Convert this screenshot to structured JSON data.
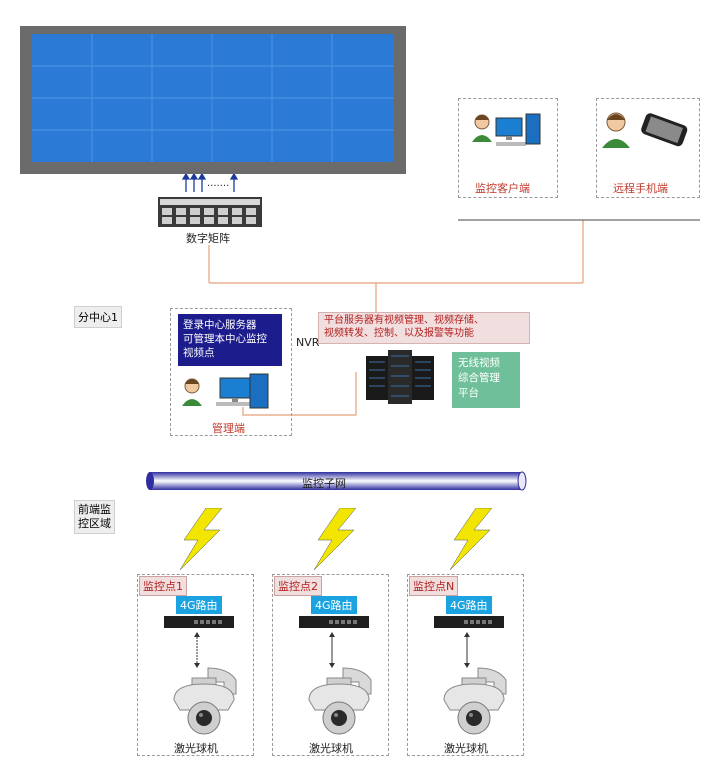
{
  "video_wall": {
    "matrix_label": "数字矩阵",
    "dots": "......."
  },
  "clients": {
    "monitor_client_label": "监控客户端",
    "remote_phone_label": "远程手机端"
  },
  "branch": {
    "label": "分中心1",
    "login_info": "登录中心服务器\n可管理本中心监控\n视频点",
    "admin_label": "管理端",
    "nvr_label": "NVR",
    "platform_desc": "平台服务器有视频管理、视频存储、\n视频转发、控制、以及报警等功能",
    "wireless_platform": "无线视频\n综合管理\n平台"
  },
  "network": {
    "label": "监控子网"
  },
  "frontend": {
    "label": "前端监\n控区域",
    "sites": [
      {
        "name": "监控点1",
        "router": "4G路由",
        "camera": "激光球机"
      },
      {
        "name": "监控点2",
        "router": "4G路由",
        "camera": "激光球机"
      },
      {
        "name": "监控点N",
        "router": "4G路由",
        "camera": "激光球机"
      }
    ]
  },
  "colors": {
    "wall_frame": "#6b6b6b",
    "wall_screen": "#2b7ad6",
    "line_orange": "#e4a07a",
    "pipe_blue": "#2f2ea0",
    "lightning": "#f2e600",
    "nav_blue": "#1c1c8c",
    "platform_green": "#6fc09a"
  }
}
